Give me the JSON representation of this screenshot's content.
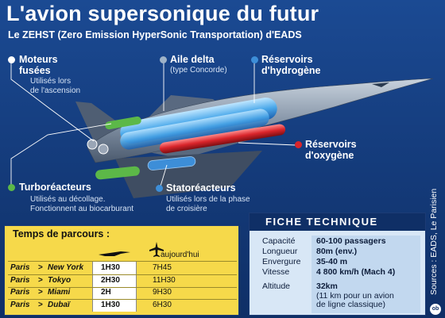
{
  "header": {
    "title": "L'avion supersonique du futur",
    "subtitle": "Le ZEHST (Zero Emission HyperSonic Transportation) d'EADS"
  },
  "callouts": {
    "moteurs": {
      "title": "Moteurs\nfusées",
      "title_l1": "Moteurs",
      "title_l2": "fusées",
      "desc_l1": "Utilisés lors",
      "desc_l2": "de l'ascension",
      "color": "#ffffff"
    },
    "aile": {
      "title": "Aile delta",
      "desc": "(type Concorde)",
      "color": "#9fb3c8"
    },
    "hydrogene": {
      "title_l1": "Réservoirs",
      "title_l2": "d'hydrogène",
      "color": "#3d8ed8"
    },
    "oxygene": {
      "title_l1": "Réservoirs",
      "title_l2": "d'oxygène",
      "color": "#d9252b"
    },
    "turbo": {
      "title": "Turboréacteurs",
      "desc_l1": "Utilisés au décollage.",
      "desc_l2": "Fonctionnent au biocarburant",
      "color": "#5cb848"
    },
    "strato": {
      "title": "Statoréacteurs",
      "desc_l1": "Utilisés lors de la phase",
      "desc_l2": "de croisière",
      "color": "#3d8ed8"
    }
  },
  "travel": {
    "heading": "Temps de parcours :",
    "today_label": "aujourd'hui",
    "rows": [
      {
        "from": "Paris",
        "arrow": ">",
        "to": "New York",
        "zehst": "1H30",
        "today": "7H45"
      },
      {
        "from": "Paris",
        "arrow": ">",
        "to": "Tokyo",
        "zehst": "2H30",
        "today": "11H30"
      },
      {
        "from": "Paris",
        "arrow": ">",
        "to": "Miami",
        "zehst": "2H",
        "today": "9H30"
      },
      {
        "from": "Paris",
        "arrow": ">",
        "to": "Dubaï",
        "zehst": "1H30",
        "today": "6H30"
      }
    ]
  },
  "fiche": {
    "heading": "FICHE TECHNIQUE",
    "rows": [
      {
        "key": "Capacité",
        "value": "60-100 passagers"
      },
      {
        "key": "Longueur",
        "value": "80m (env.)"
      },
      {
        "key": "Envergure",
        "value": "35-40 m"
      },
      {
        "key": "Vitesse",
        "value": "4 800 km/h (Mach 4)"
      },
      {
        "key": "Altitude",
        "value": "32km",
        "note_l1": "(11 km pour un avion",
        "note_l2": "de ligne classique)"
      }
    ]
  },
  "source": "Sources : EADS, Le Parisien",
  "logo_text": "ob",
  "colors": {
    "background": "#153d7e",
    "panel_yellow": "#f6d94a",
    "panel_blue": "#d8e7f6",
    "fuselage": "#8a9bb0"
  }
}
